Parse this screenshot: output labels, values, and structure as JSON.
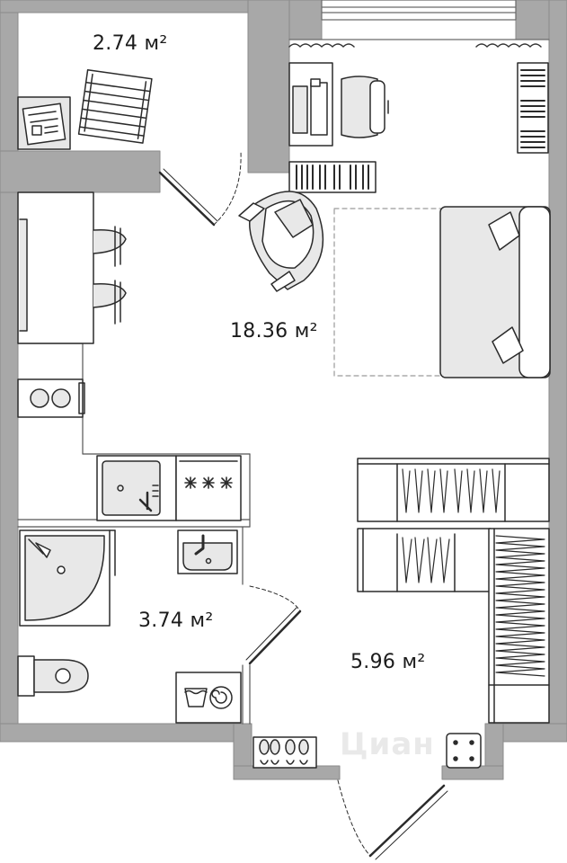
{
  "rooms": {
    "balcony_area": "2.74 м²",
    "living_area": "18.36 м²",
    "bathroom_area": "3.74 м²",
    "hallway_area": "5.96 м²"
  },
  "watermark": "Циан",
  "colors": {
    "wall": "#a8a8a8",
    "wall_edge": "#8a8a8a",
    "line": "#2b2b2b",
    "furniture_fill": "#e8e8e8",
    "rug_stroke": "#9a9a9a"
  }
}
